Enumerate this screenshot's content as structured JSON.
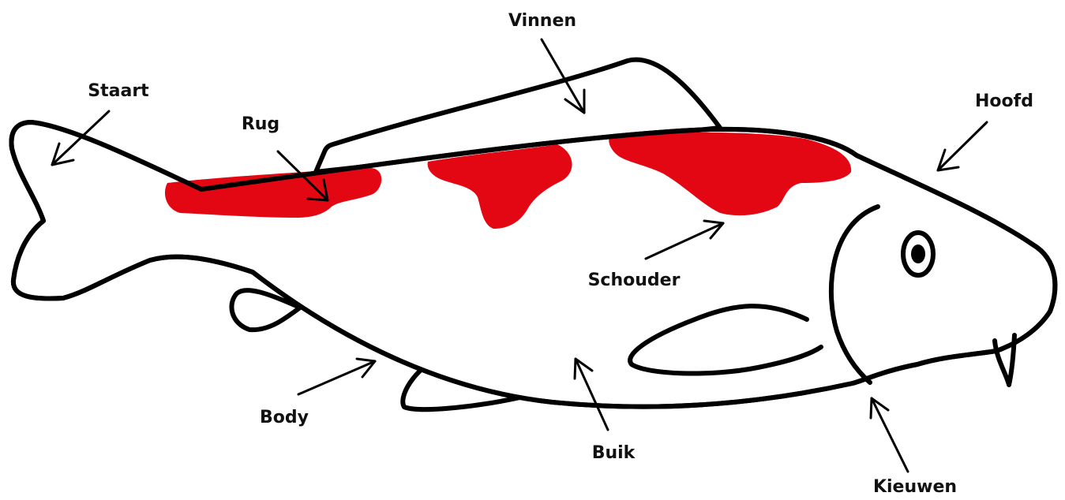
{
  "colors": {
    "outline": "#000000",
    "body": "#ffffff",
    "pattern": "#e30613",
    "label": "#111111"
  },
  "labels": {
    "vinnen": "Vinnen",
    "staart": "Staart",
    "rug": "Rug",
    "hoofd": "Hoofd",
    "schouder": "Schouder",
    "body": "Body",
    "buik": "Buik",
    "kieuwen": "Kieuwen"
  }
}
